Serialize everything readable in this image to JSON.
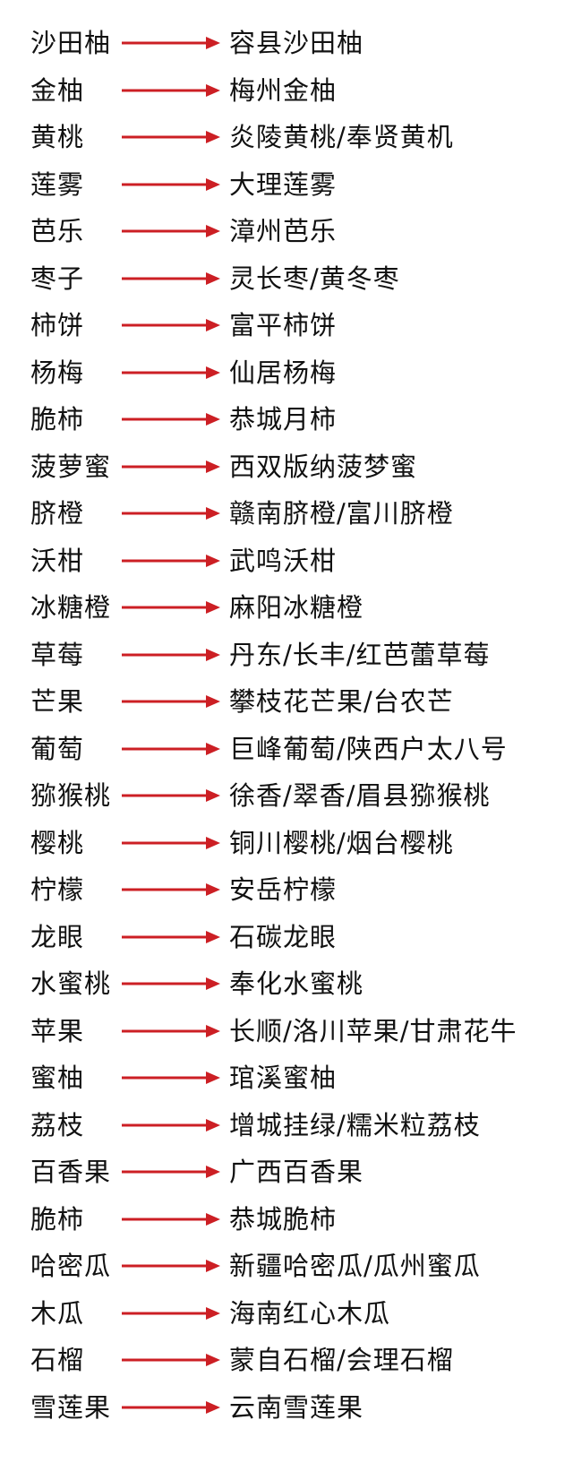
{
  "colors": {
    "arrow": "#cc1f24",
    "text": "#111111",
    "background": "#ffffff"
  },
  "rows": [
    {
      "fruit": "沙田柚",
      "origin": "容县沙田柚"
    },
    {
      "fruit": "金柚",
      "origin": "梅州金柚"
    },
    {
      "fruit": "黄桃",
      "origin": "炎陵黄桃/奉贤黄机"
    },
    {
      "fruit": "莲雾",
      "origin": "大理莲雾"
    },
    {
      "fruit": "芭乐",
      "origin": "漳州芭乐"
    },
    {
      "fruit": "枣子",
      "origin": "灵长枣/黄冬枣"
    },
    {
      "fruit": "柿饼",
      "origin": "富平柿饼"
    },
    {
      "fruit": "杨梅",
      "origin": "仙居杨梅"
    },
    {
      "fruit": "脆柿",
      "origin": "恭城月柿"
    },
    {
      "fruit": "菠萝蜜",
      "origin": "西双版纳菠梦蜜"
    },
    {
      "fruit": "脐橙",
      "origin": "赣南脐橙/富川脐橙"
    },
    {
      "fruit": "沃柑",
      "origin": "武鸣沃柑"
    },
    {
      "fruit": "冰糖橙",
      "origin": "麻阳冰糖橙"
    },
    {
      "fruit": "草莓",
      "origin": "丹东/长丰/红芭蕾草莓"
    },
    {
      "fruit": "芒果",
      "origin": "攀枝花芒果/台农芒"
    },
    {
      "fruit": "葡萄",
      "origin": "巨峰葡萄/陕西户太八号"
    },
    {
      "fruit": "猕猴桃",
      "origin": "徐香/翠香/眉县猕猴桃"
    },
    {
      "fruit": "樱桃",
      "origin": "铜川樱桃/烟台樱桃"
    },
    {
      "fruit": "柠檬",
      "origin": "安岳柠檬"
    },
    {
      "fruit": "龙眼",
      "origin": "石碳龙眼"
    },
    {
      "fruit": "水蜜桃",
      "origin": "奉化水蜜桃"
    },
    {
      "fruit": "苹果",
      "origin": "长顺/洛川苹果/甘肃花牛"
    },
    {
      "fruit": "蜜柚",
      "origin": "琯溪蜜柚"
    },
    {
      "fruit": "荔枝",
      "origin": "增城挂绿/糯米粒荔枝"
    },
    {
      "fruit": "百香果",
      "origin": "广西百香果"
    },
    {
      "fruit": "脆柿",
      "origin": "恭城脆柿"
    },
    {
      "fruit": "哈密瓜",
      "origin": "新疆哈密瓜/瓜州蜜瓜"
    },
    {
      "fruit": "木瓜",
      "origin": "海南红心木瓜"
    },
    {
      "fruit": "石榴",
      "origin": "蒙自石榴/会理石榴"
    },
    {
      "fruit": "雪莲果",
      "origin": "云南雪莲果"
    }
  ]
}
